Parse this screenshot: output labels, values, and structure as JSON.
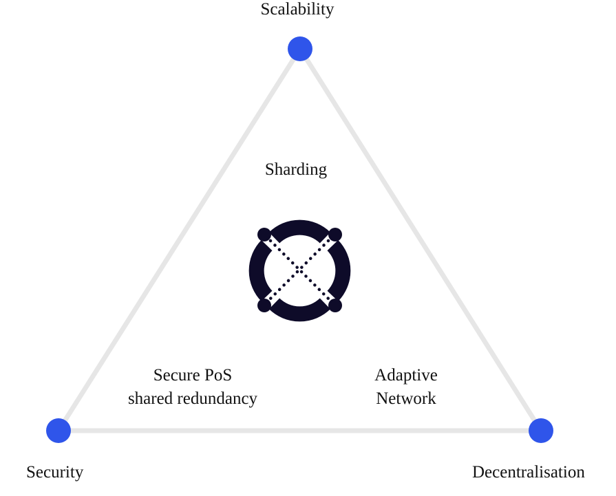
{
  "vertices": {
    "top": "Scalability",
    "left": "Security",
    "right": "Decentralisation"
  },
  "inner": {
    "top": "Sharding",
    "left_line1": "Secure PoS",
    "left_line2": "shared redundancy",
    "right_line1": "Adaptive",
    "right_line2": "Network"
  },
  "colors": {
    "edge": "#e6e6e6",
    "node": "#2f55ea",
    "logo": "#0e0b29"
  },
  "icons": {
    "center": "elrond-logo-icon"
  }
}
